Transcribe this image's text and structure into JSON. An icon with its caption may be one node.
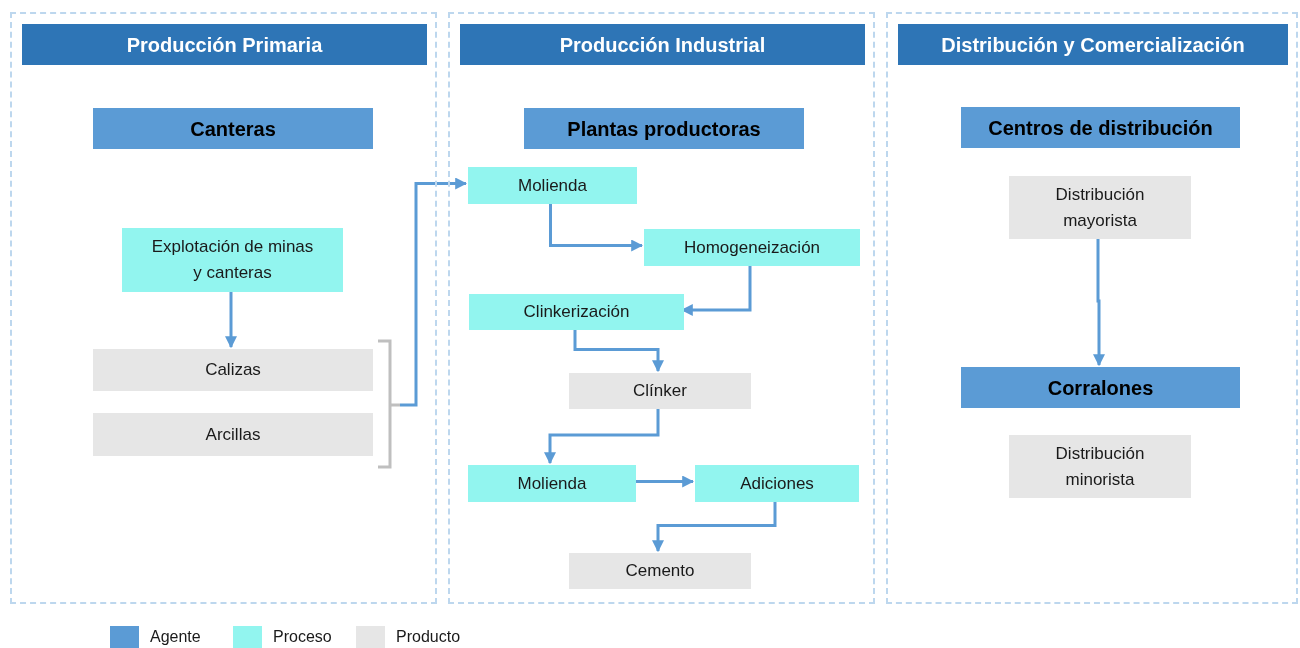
{
  "diagram": {
    "nodes": [
      {
        "text": [
          "Producción Primaria"
        ]
      },
      {
        "text": [
          "Canteras"
        ],
        "in": 0
      },
      {
        "text": [
          "Explotación de minas y canteras"
        ],
        "in": 0
      },
      {
        "text": [
          "Calizas"
        ],
        "in": 0
      },
      {
        "text": [
          "Arcillas"
        ],
        "in": 0
      },
      {
        "text": [
          "Producción Industrial"
        ]
      },
      {
        "text": [
          "Plantas productoras"
        ],
        "in": 5
      },
      {
        "text": [
          "Molienda"
        ],
        "in": 5
      },
      {
        "text": [
          "Homogeneización"
        ],
        "in": 5
      },
      {
        "text": [
          "Clinkerización"
        ],
        "in": 5
      },
      {
        "text": [
          "Clínker"
        ],
        "in": 5
      },
      {
        "text": [
          "Molienda"
        ],
        "in": 5
      },
      {
        "text": [
          "Adiciones"
        ],
        "in": 5
      },
      {
        "text": [
          "Cemento"
        ],
        "in": 5
      },
      {
        "text": [
          "Distribución y Comercialización"
        ]
      },
      {
        "text": [
          "Centros de distribución"
        ],
        "in": 14
      },
      {
        "text": [
          "Distribución mayorista"
        ],
        "in": 14
      },
      {
        "text": [
          "Corralones"
        ],
        "in": 14
      },
      {
        "text": [
          "Distribución minorista"
        ],
        "in": 14
      }
    ],
    "edges": [
      {
        "from": 2,
        "to": 3,
        "arrow": "to"
      },
      {
        "from": 3,
        "to": 7,
        "arrow": "to"
      },
      {
        "from": 4,
        "to": 7,
        "arrow": "to"
      },
      {
        "from": 7,
        "to": 8,
        "arrow": "to"
      },
      {
        "from": 8,
        "to": 9,
        "arrow": "to"
      },
      {
        "from": 9,
        "to": 10,
        "arrow": "to"
      },
      {
        "from": 10,
        "to": 11,
        "arrow": "to"
      },
      {
        "from": 11,
        "to": 12,
        "arrow": "to"
      },
      {
        "from": 12,
        "to": 13,
        "arrow": "to"
      },
      {
        "from": 16,
        "to": 17,
        "arrow": "to"
      }
    ],
    "legend": [
      {
        "text": "Agente",
        "color": "#5b9bd5"
      },
      {
        "text": "Proceso",
        "color": "#92f5ef"
      },
      {
        "text": "Producto",
        "color": "#e6e6e6"
      }
    ]
  }
}
